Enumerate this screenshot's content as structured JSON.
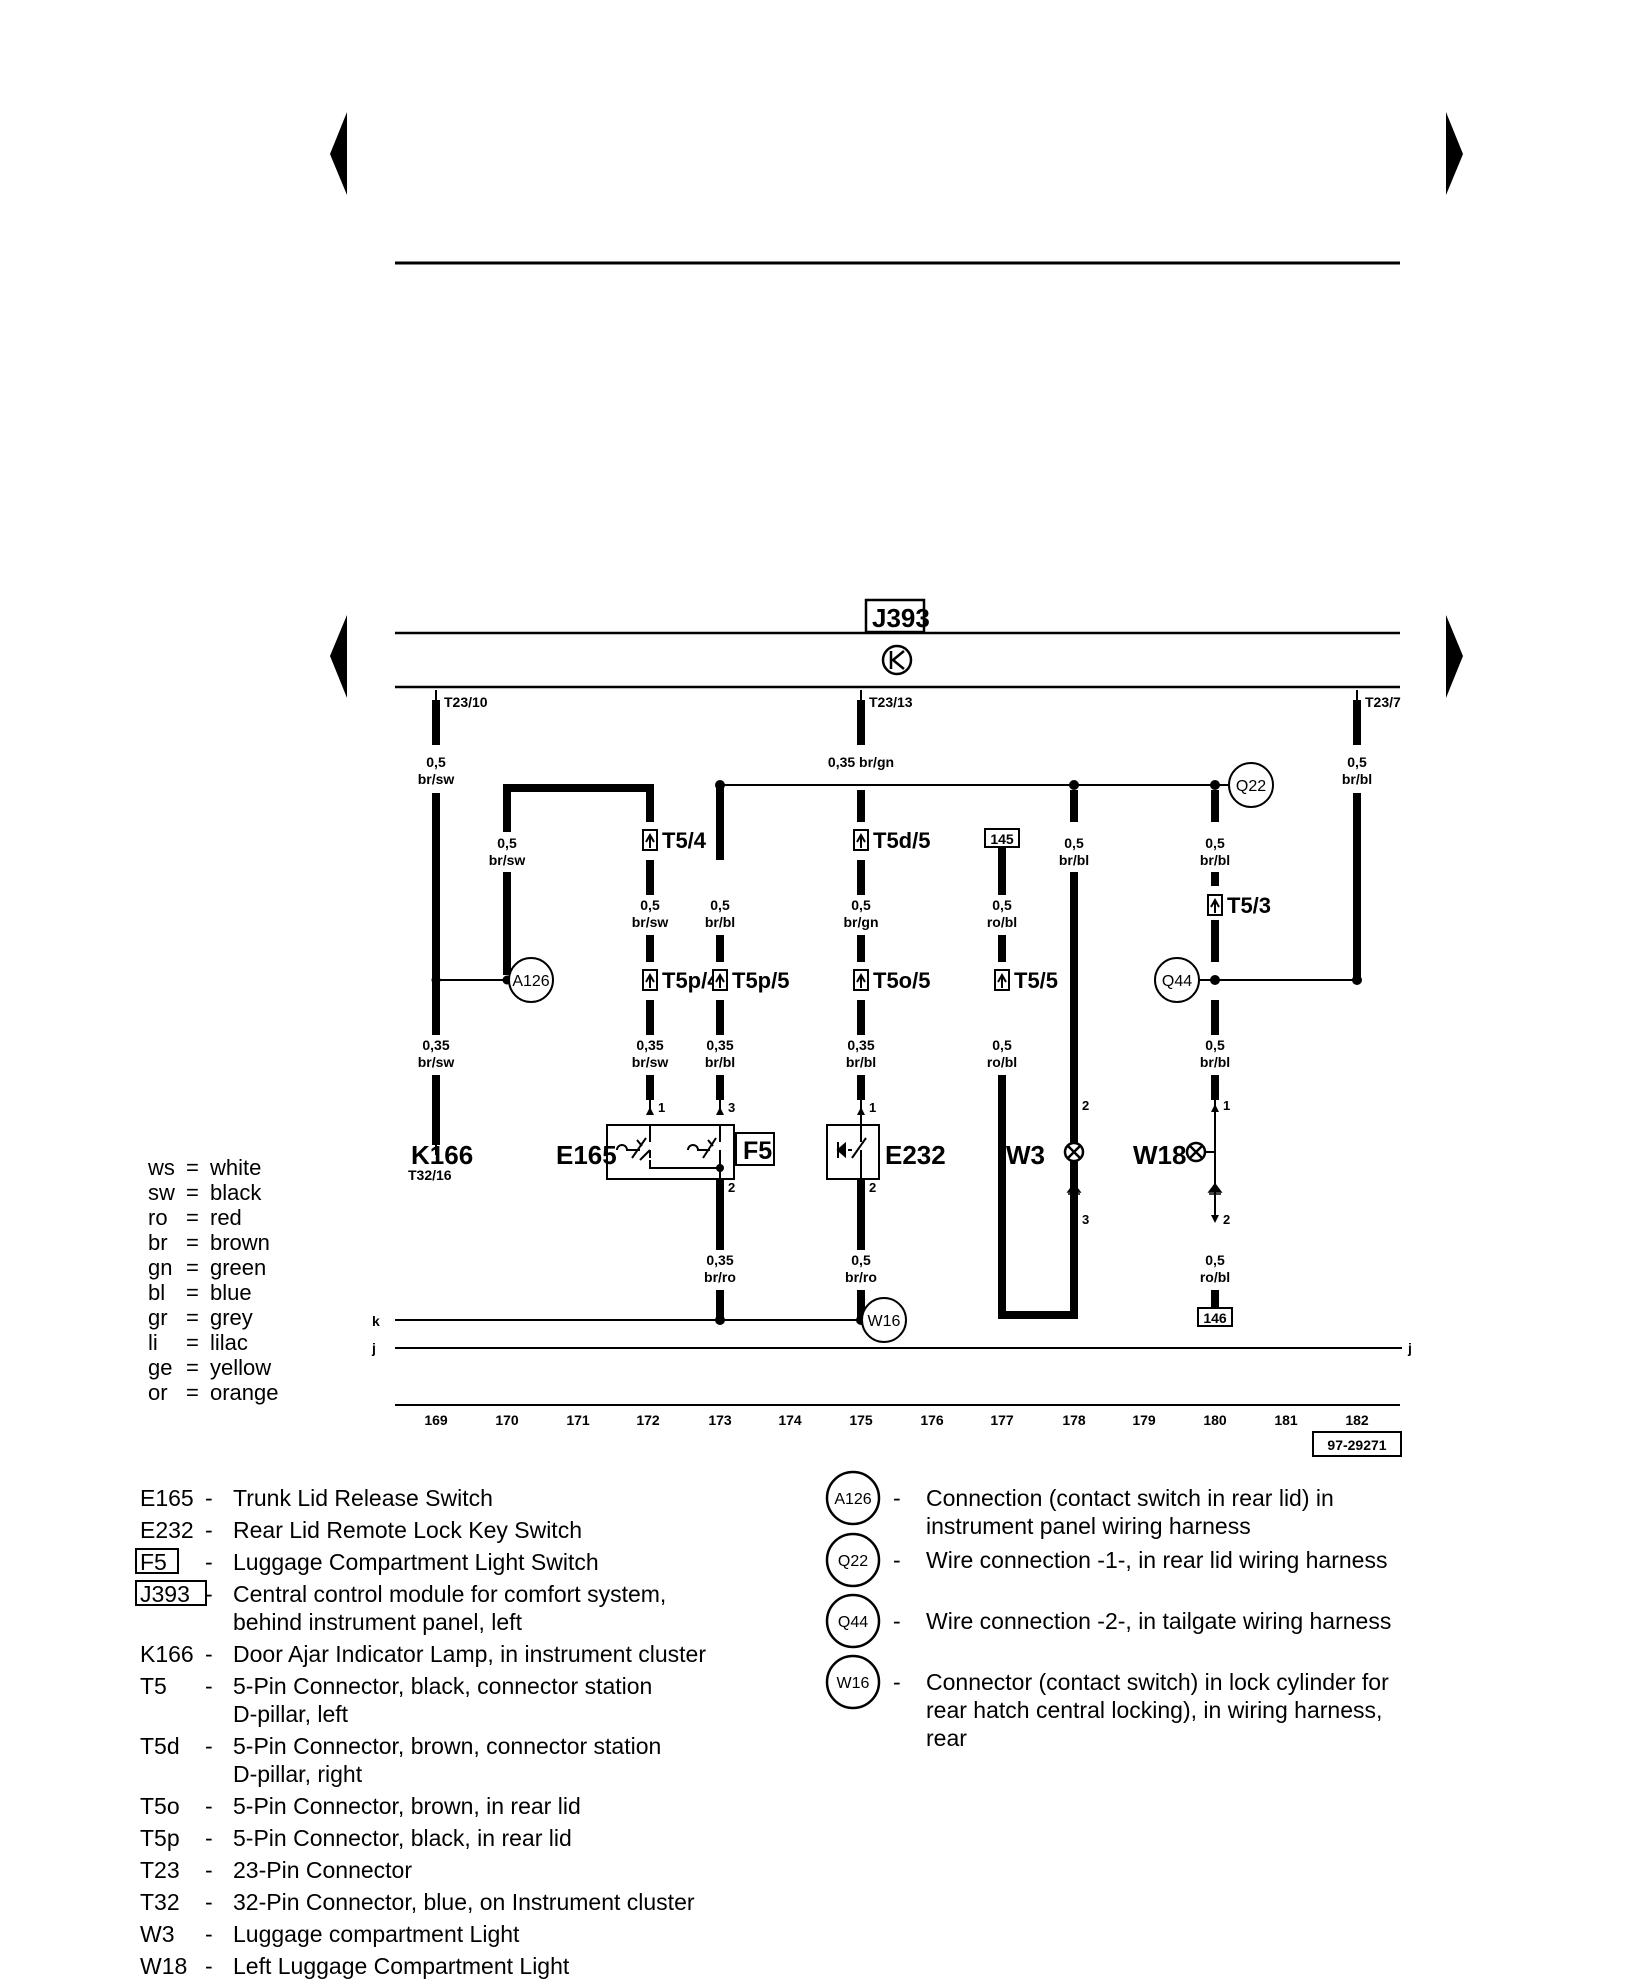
{
  "diagram": {
    "module_id": "J393",
    "pin_left": "T23/10",
    "pin_mid": "T23/13",
    "pin_right": "T23/7",
    "wire_labels": {
      "w1": [
        "0,5",
        "br/sw"
      ],
      "w2": [
        "0,5",
        "br/sw"
      ],
      "w3": [
        "0,5",
        "br/sw"
      ],
      "w4": [
        "0,5",
        "br/bl"
      ],
      "w5": [
        "0,5",
        "br/gn"
      ],
      "w6": [
        "0,5",
        "ro/bl"
      ],
      "w7": [
        "0,5",
        "br/bl"
      ],
      "w8": [
        "0,5",
        "br/bl"
      ],
      "w9": [
        "0,5",
        "br/bl"
      ],
      "w10": [
        "0,35",
        "br/sw"
      ],
      "w11": [
        "0,35",
        "br/sw"
      ],
      "w12": [
        "0,35",
        "br/bl"
      ],
      "w13": [
        "0,35",
        "br/bl"
      ],
      "w14": [
        "0,5",
        "ro/bl"
      ],
      "w15": [
        "0,5",
        "br/bl"
      ],
      "w16": [
        "0,35",
        "br/ro"
      ],
      "w17": [
        "0,5",
        "br/ro"
      ],
      "w18": [
        "0,5",
        "ro/bl"
      ]
    },
    "label_top_mid": "0,35 br/gn",
    "connectors": {
      "t54": "T5/4",
      "t5d5": "T5d/5",
      "t53": "T5/3",
      "t5p4": "T5p/4",
      "t5p5": "T5p/5",
      "t5o5": "T5o/5",
      "t55": "T5/5"
    },
    "components": {
      "k166": "K166",
      "k166_sub": "T32/16",
      "e165": "E165",
      "f5": "F5",
      "e232": "E232",
      "w3": "W3",
      "w18": "W18"
    },
    "circles": {
      "a126": "A126",
      "q22": "Q22",
      "q44": "Q44",
      "w16": "W16"
    },
    "boxes": {
      "b145": "145",
      "b146": "146"
    },
    "pins": {
      "p1": "1",
      "p2": "2",
      "p3": "3"
    },
    "ground_labels": {
      "k": "k",
      "j": "j"
    },
    "columns": [
      "169",
      "170",
      "171",
      "172",
      "173",
      "174",
      "175",
      "176",
      "177",
      "178",
      "179",
      "180",
      "181",
      "182"
    ],
    "figure_id": "97-29271"
  },
  "colors": [
    [
      "ws",
      "white"
    ],
    [
      "sw",
      "black"
    ],
    [
      "ro",
      "red"
    ],
    [
      "br",
      "brown"
    ],
    [
      "gn",
      "green"
    ],
    [
      "bl",
      "blue"
    ],
    [
      "gr",
      "grey"
    ],
    [
      "li",
      "lilac"
    ],
    [
      "ge",
      "yellow"
    ],
    [
      "or",
      "orange"
    ]
  ],
  "legend_left": [
    {
      "code": "E165",
      "desc": [
        "Trunk Lid Release Switch"
      ]
    },
    {
      "code": "E232",
      "desc": [
        "Rear Lid Remote Lock Key Switch"
      ]
    },
    {
      "code": "F5",
      "desc": [
        "Luggage Compartment Light Switch"
      ]
    },
    {
      "code": "J393",
      "desc": [
        "Central control module for comfort system,",
        "behind instrument panel, left"
      ]
    },
    {
      "code": "K166",
      "desc": [
        "Door Ajar Indicator Lamp, in instrument cluster"
      ]
    },
    {
      "code": "T5",
      "desc": [
        "5-Pin Connector, black, connector station",
        "D-pillar, left"
      ]
    },
    {
      "code": "T5d",
      "desc": [
        "5-Pin Connector, brown, connector station",
        "D-pillar, right"
      ]
    },
    {
      "code": "T5o",
      "desc": [
        "5-Pin Connector, brown, in rear lid"
      ]
    },
    {
      "code": "T5p",
      "desc": [
        "5-Pin Connector, black, in rear lid"
      ]
    },
    {
      "code": "T23",
      "desc": [
        "23-Pin Connector"
      ]
    },
    {
      "code": "T32",
      "desc": [
        "32-Pin Connector, blue, on Instrument cluster"
      ]
    },
    {
      "code": "W3",
      "desc": [
        "Luggage compartment Light"
      ]
    },
    {
      "code": "W18",
      "desc": [
        "Left Luggage Compartment Light"
      ]
    }
  ],
  "legend_right": [
    {
      "code": "A126",
      "desc": [
        "Connection (contact switch in rear lid) in",
        "instrument panel wiring harness"
      ]
    },
    {
      "code": "Q22",
      "desc": [
        "Wire connection -1-, in rear lid wiring harness"
      ]
    },
    {
      "code": "Q44",
      "desc": [
        "Wire connection -2-, in tailgate wiring harness"
      ]
    },
    {
      "code": "W16",
      "desc": [
        "Connector (contact switch) in lock cylinder for",
        "rear hatch central locking), in wiring harness,",
        "rear"
      ]
    }
  ]
}
